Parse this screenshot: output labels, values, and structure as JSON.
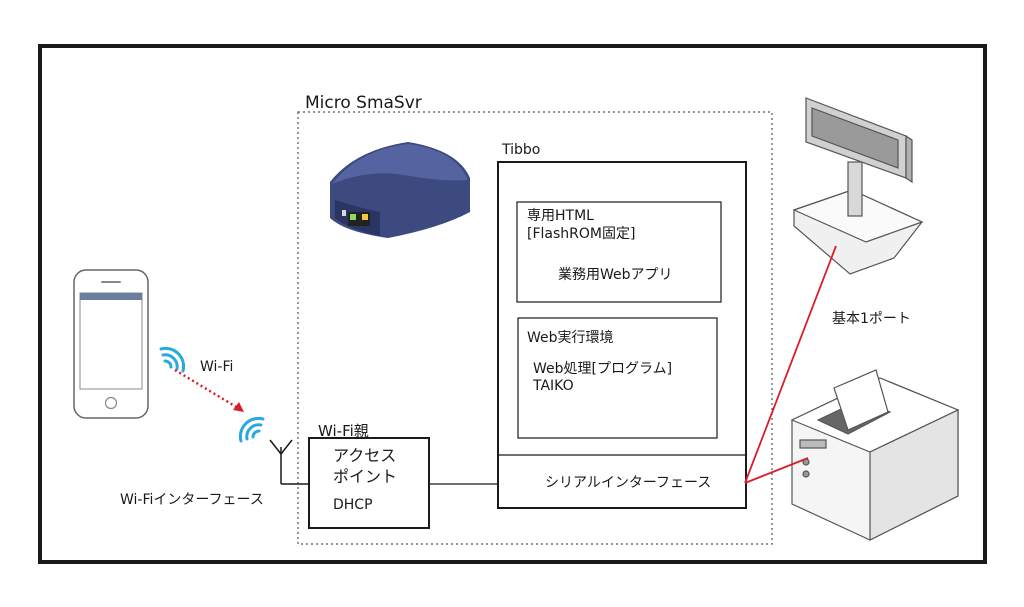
{
  "diagram": {
    "micro_smasvr_label": "Micro SmaSvr",
    "tibbo_label": "Tibbo",
    "dedicated_html_box": {
      "line1": "専用HTML",
      "line2": "[FlashROM固定]",
      "app_label": "業務用Webアプリ"
    },
    "web_runtime_box": {
      "title": "Web実行環境",
      "line1": "Web処理[プログラム]",
      "line2": "TAIKO"
    },
    "serial_interface_label": "シリアルインターフェース",
    "access_point_box": {
      "header": "Wi-Fi親",
      "line1": "アクセス",
      "line2": "ポイント",
      "line3": "DHCP"
    },
    "wifi_label": "Wi-Fi",
    "wifi_interface_label": "Wi-Fiインターフェース",
    "port_label": "基本1ポート",
    "colors": {
      "frame": "#1a1a1a",
      "red_link": "#d81e2a",
      "wifi_icon": "#2aa8e0",
      "device_blue": "#3c4a80"
    }
  }
}
